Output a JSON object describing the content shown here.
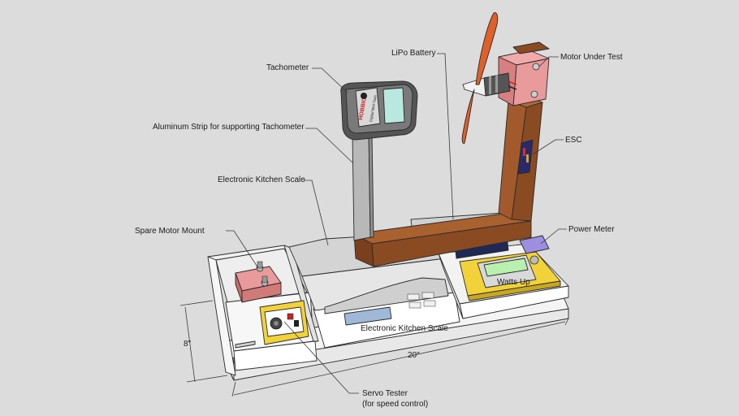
{
  "labels": {
    "tachometer": "Tachometer",
    "lipo_battery": "LiPo Battery",
    "motor_under_test": "Motor Under Test",
    "aluminum_strip": "Aluminum Strip for supporting Tachometer",
    "esc": "ESC",
    "kitchen_scale": "Electronic Kitchen Scale",
    "spare_motor_mount": "Spare Motor Mount",
    "power_meter": "Power Meter",
    "servo_tester_line1": "Servo Tester",
    "servo_tester_line2": "(for speed control)"
  },
  "dimensions": {
    "height": "8\"",
    "width": "20\""
  },
  "device_text": {
    "tachometer_brand": "HOBBICO",
    "tachometer_model_1": "Digital Mini-Tach",
    "power_meter_brand": "Watts Up"
  },
  "colors": {
    "background": "#dcdcdc",
    "base_board": "#f4f4f4",
    "wood": "#8a4a22",
    "wood_light": "#a9622f",
    "motor_mount": "#e99a9a",
    "yellow_board": "#f2d23a",
    "propeller": "#e0602a",
    "scale_body": "#d0d0d0",
    "lcd": "#b9f0b0"
  }
}
